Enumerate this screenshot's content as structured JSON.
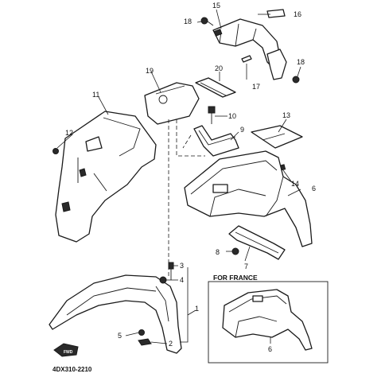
{
  "diagram": {
    "callouts": {
      "c1": "1",
      "c2": "2",
      "c3": "3",
      "c4": "4",
      "c5": "5",
      "c6": "6",
      "c6b": "6",
      "c7": "7",
      "c8": "8",
      "c9": "9",
      "c10": "10",
      "c11": "11",
      "c12": "12",
      "c13": "13",
      "c14": "14",
      "c15": "15",
      "c16": "16",
      "c17": "17",
      "c18a": "18",
      "c18b": "18",
      "c19": "19",
      "c20": "20"
    },
    "inset_title": "FOR FRANCE",
    "drawing_code": "4DX310-2210",
    "front_arrow_label": "FWD"
  }
}
